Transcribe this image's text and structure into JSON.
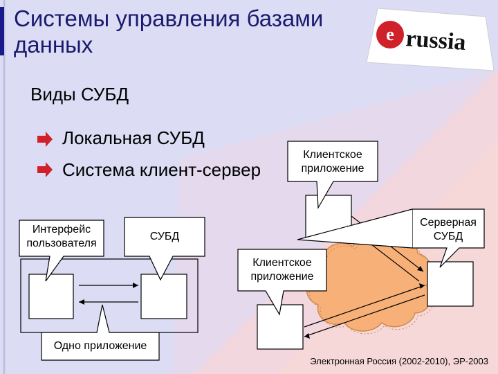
{
  "title": "Системы управления базами данных",
  "subtitle": "Виды СУБД",
  "bullets": [
    "Локальная СУБД",
    "Система клиент-сервер"
  ],
  "callouts": {
    "interface": "Интерфейс пользователя",
    "dbms": "СУБД",
    "one_app": "Одно приложение",
    "client_app_top": "Клиентское приложение",
    "client_app_mid": "Клиентское приложение",
    "server_dbms": "Серверная СУБД"
  },
  "logo": {
    "text": "russia",
    "letter": "e"
  },
  "footer": "Электронная Россия (2002-2010), ЭР-2003",
  "colors": {
    "background_blue": "#dcdcf4",
    "background_pink": "#f6d8d8",
    "cloud": "#f7b078",
    "bullet_red": "#d0202a",
    "title_color": "#1a1a6e"
  }
}
